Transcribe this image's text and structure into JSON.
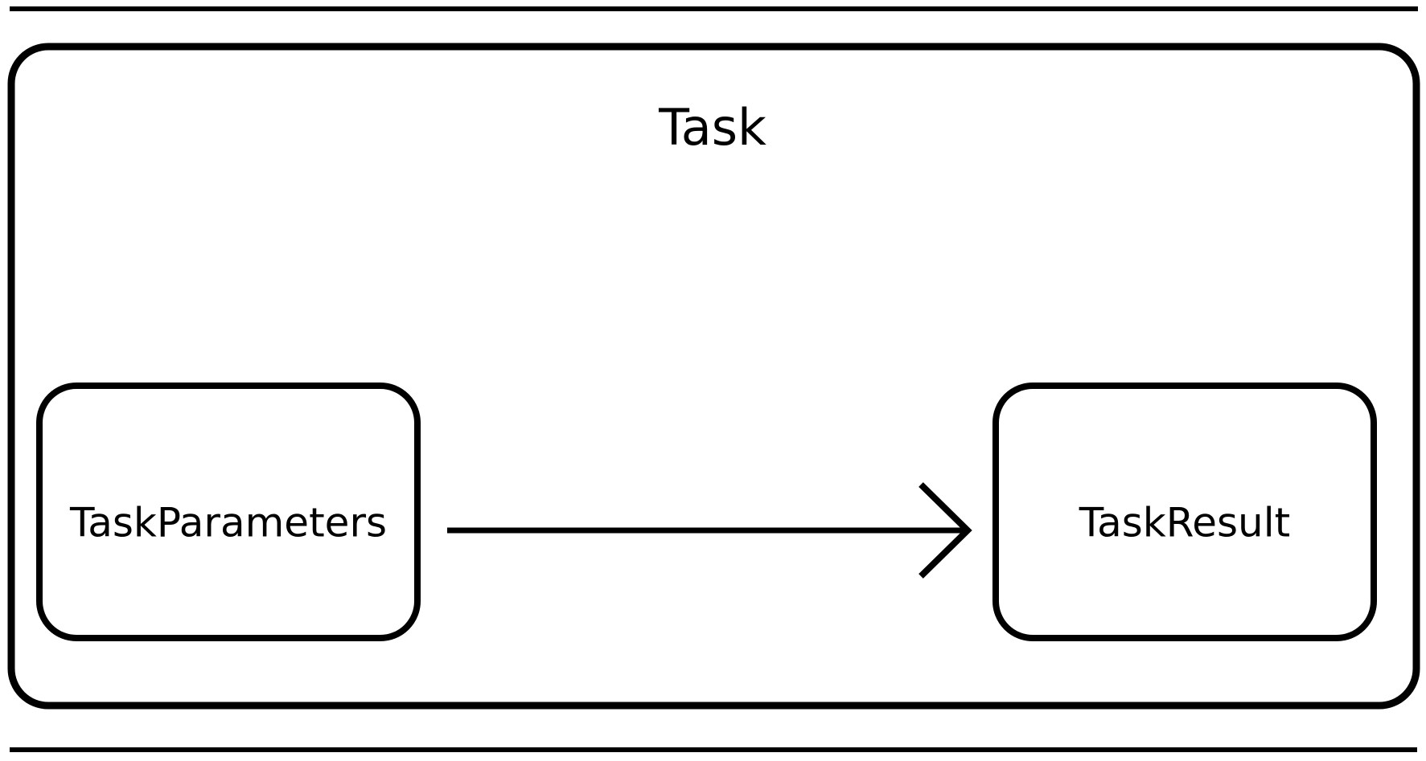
{
  "diagram": {
    "type": "flowchart",
    "direction": "left-to-right",
    "title": "Task",
    "background_color": "#ffffff",
    "stroke_color": "#000000",
    "container": {
      "label": "Task",
      "shape": "rounded-rectangle"
    },
    "nodes": [
      {
        "id": "task-parameters",
        "label": "TaskParameters",
        "shape": "rounded-rectangle",
        "position": "left"
      },
      {
        "id": "task-result",
        "label": "TaskResult",
        "shape": "rounded-rectangle",
        "position": "right"
      }
    ],
    "edges": [
      {
        "id": "parameters-to-result",
        "from": "task-parameters",
        "to": "task-result",
        "label": "",
        "style": "solid",
        "arrowhead": "open-v"
      }
    ],
    "rules": [
      {
        "id": "top-rule",
        "position": "top"
      },
      {
        "id": "bottom-rule",
        "position": "bottom"
      }
    ]
  }
}
